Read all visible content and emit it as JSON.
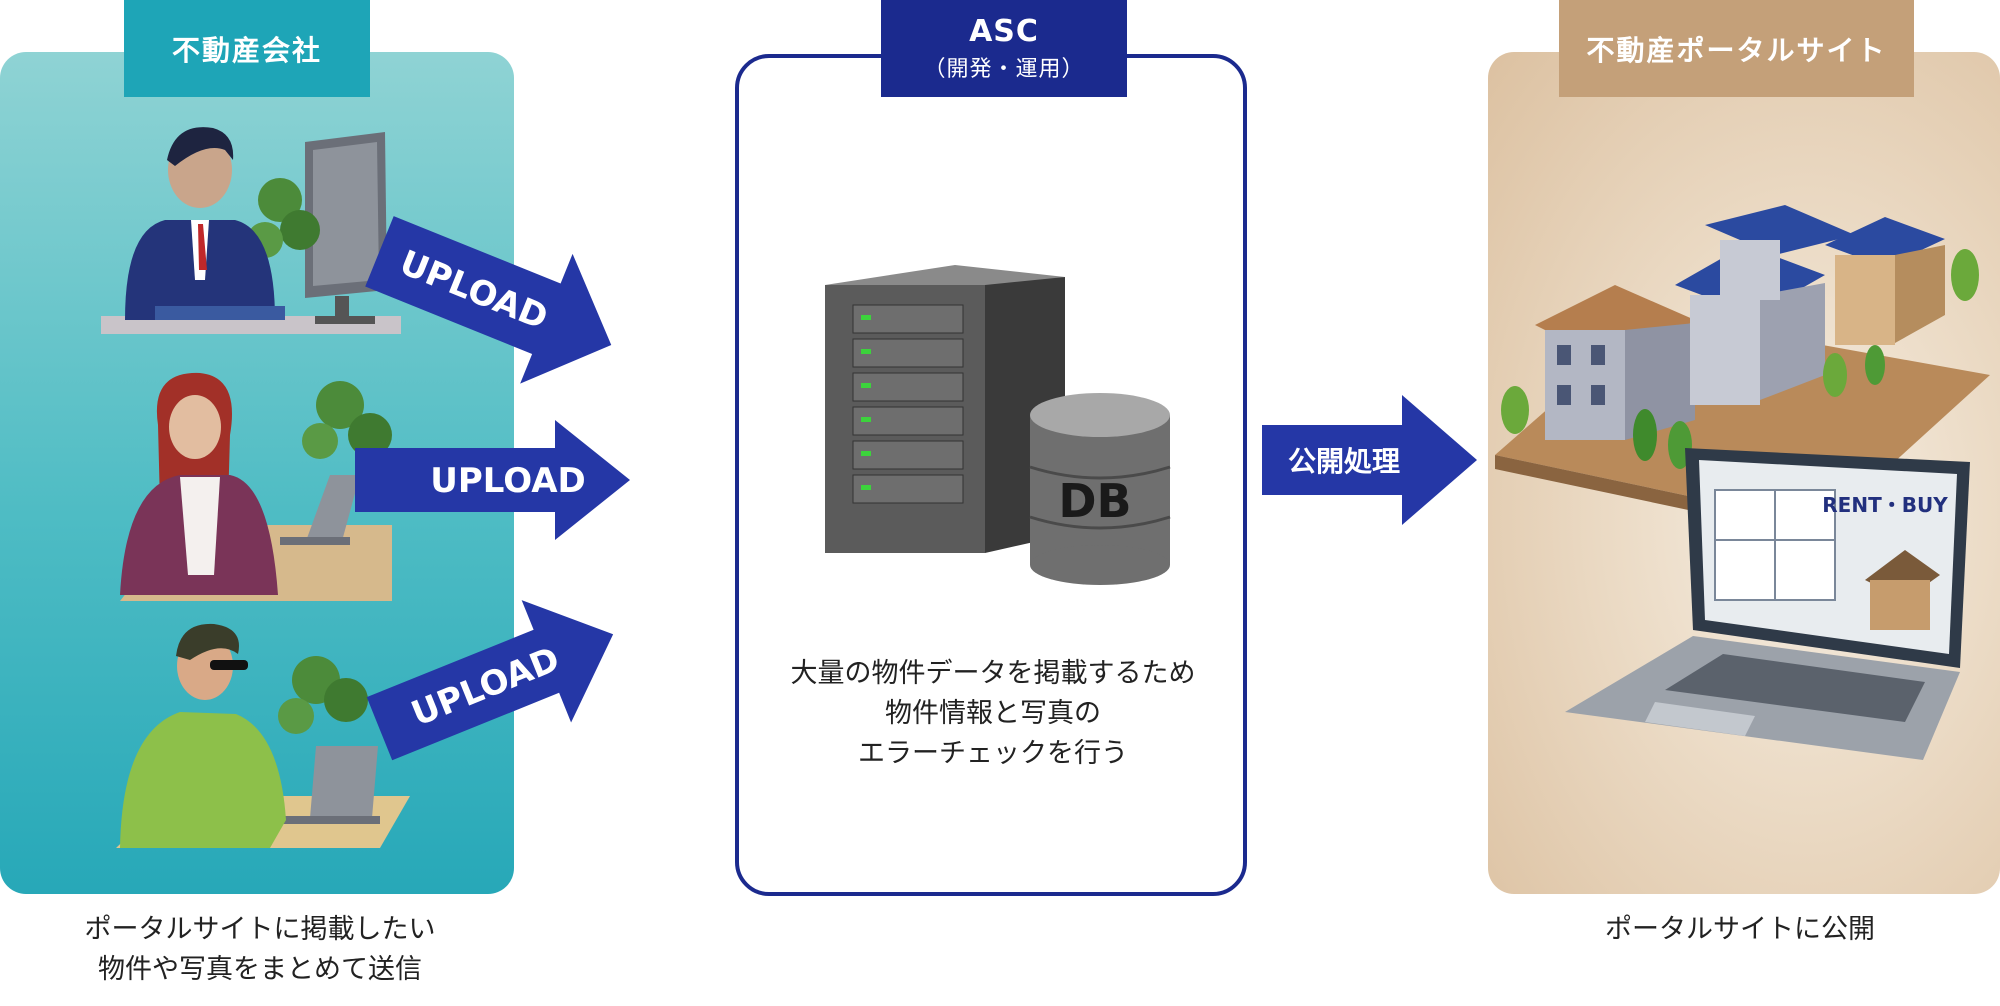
{
  "left": {
    "tag": "不動産会社",
    "caption": [
      "ポータルサイトに掲載したい",
      "物件や写真をまとめて送信"
    ],
    "arrows": [
      "UPLOAD",
      "UPLOAD",
      "UPLOAD"
    ]
  },
  "center": {
    "tag_title": "ASC",
    "tag_subtitle": "（開発・運用）",
    "db_label": "DB",
    "description": [
      "大量の物件データを掲載するため",
      "物件情報と写真の",
      "エラーチェックを行う"
    ]
  },
  "middle_arrow": {
    "label": "公開処理"
  },
  "right": {
    "tag": "不動産ポータルサイト",
    "screen_label": "RENT・BUY",
    "caption": "ポータルサイトに公開"
  },
  "colors": {
    "teal": "#1ea5b7",
    "navy": "#1b2a8e",
    "tan": "#c4a079",
    "arrow_blue": "#2537a6"
  }
}
